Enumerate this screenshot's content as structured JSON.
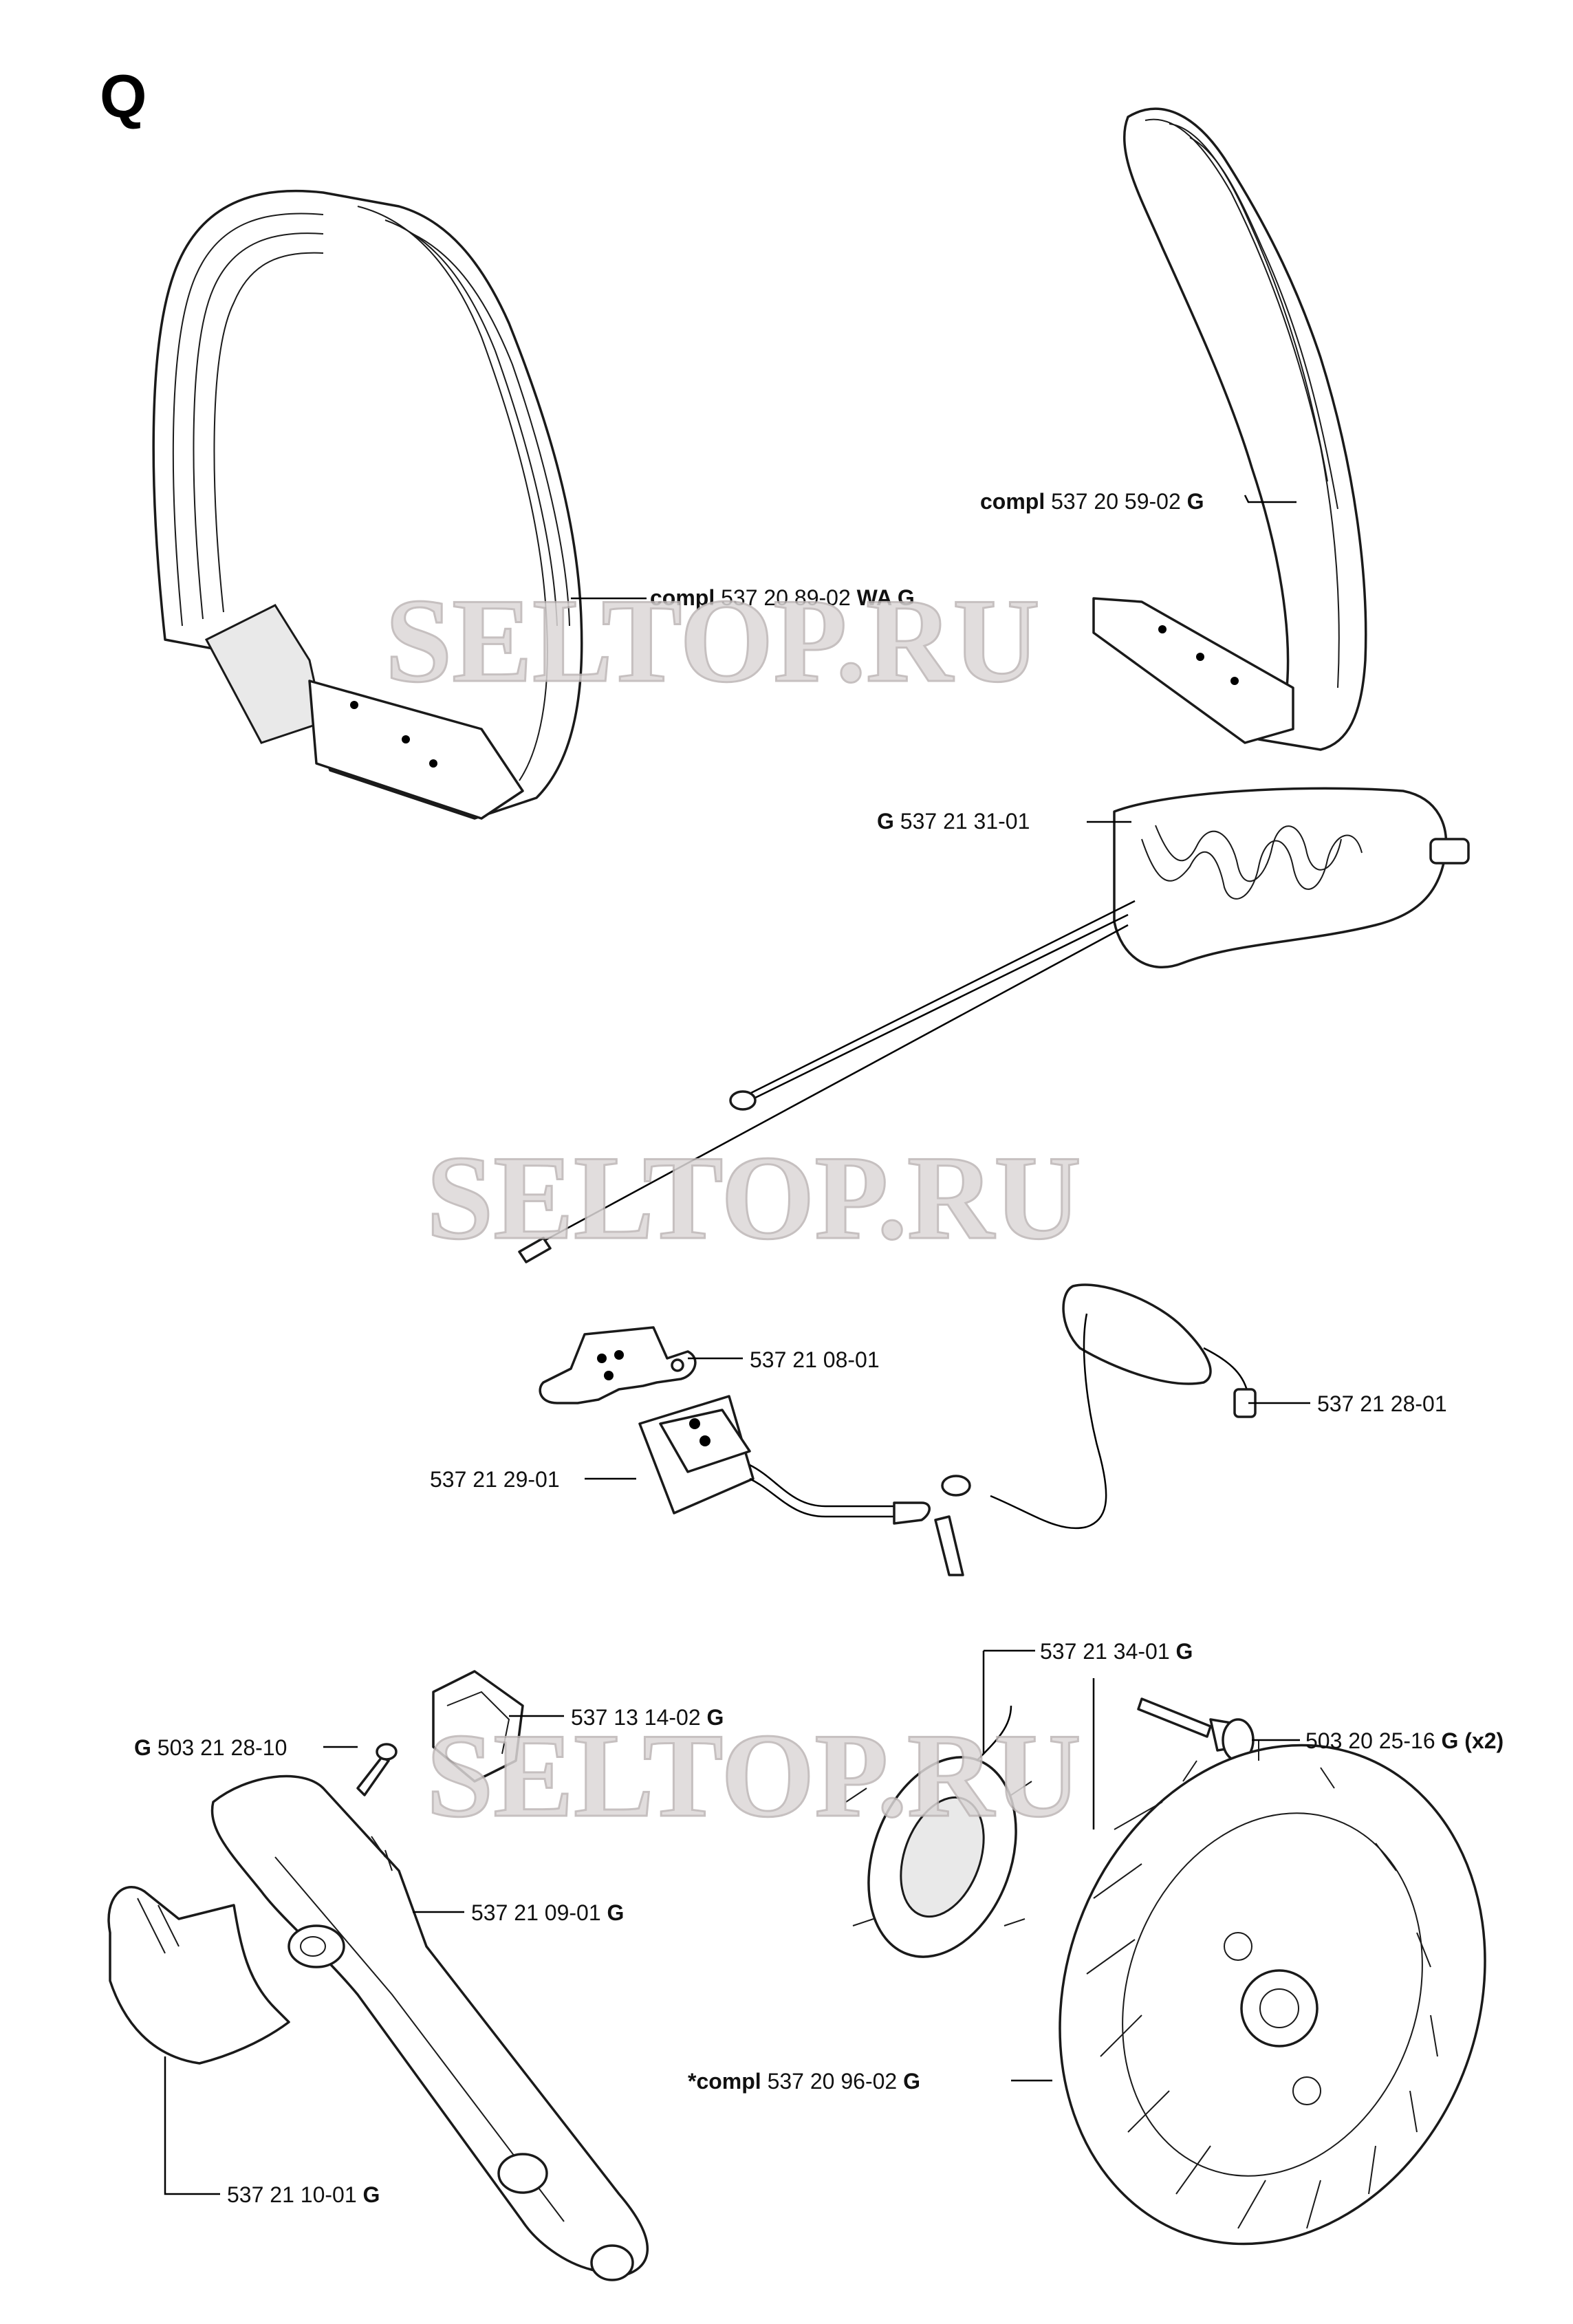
{
  "section_letter": "Q",
  "watermark": "SELTOP.RU",
  "labels": [
    {
      "id": "front-handle",
      "prefix": "compl",
      "number": "537 20 89-02",
      "suffix": "WA G"
    },
    {
      "id": "rear-handle-bar",
      "prefix": "compl",
      "number": "537 20 59-02",
      "suffix": "G"
    },
    {
      "id": "heating-element",
      "prefix": "G",
      "number": "537 21 31-01",
      "suffix": ""
    },
    {
      "id": "bracket",
      "prefix": "",
      "number": "537 21 08-01",
      "suffix": ""
    },
    {
      "id": "switch",
      "prefix": "",
      "number": "537 21 29-01",
      "suffix": ""
    },
    {
      "id": "cable",
      "prefix": "",
      "number": "537 21 28-01",
      "suffix": ""
    },
    {
      "id": "generator",
      "prefix": "",
      "number": "537 21 34-01",
      "suffix": "G"
    },
    {
      "id": "screw-large",
      "prefix": "",
      "number": "503 20 25-16",
      "suffix": "G (x2)"
    },
    {
      "id": "connector",
      "prefix": "",
      "number": "537 13 14-02",
      "suffix": "G"
    },
    {
      "id": "screw-small",
      "prefix": "G",
      "number": "503 21 28-10",
      "suffix": ""
    },
    {
      "id": "handle-housing",
      "prefix": "",
      "number": "537 21 09-01",
      "suffix": "G"
    },
    {
      "id": "handle-cover",
      "prefix": "",
      "number": "537 21 10-01",
      "suffix": "G"
    },
    {
      "id": "flywheel",
      "prefix": "*compl",
      "number": "537 20 96-02",
      "suffix": "G"
    }
  ]
}
